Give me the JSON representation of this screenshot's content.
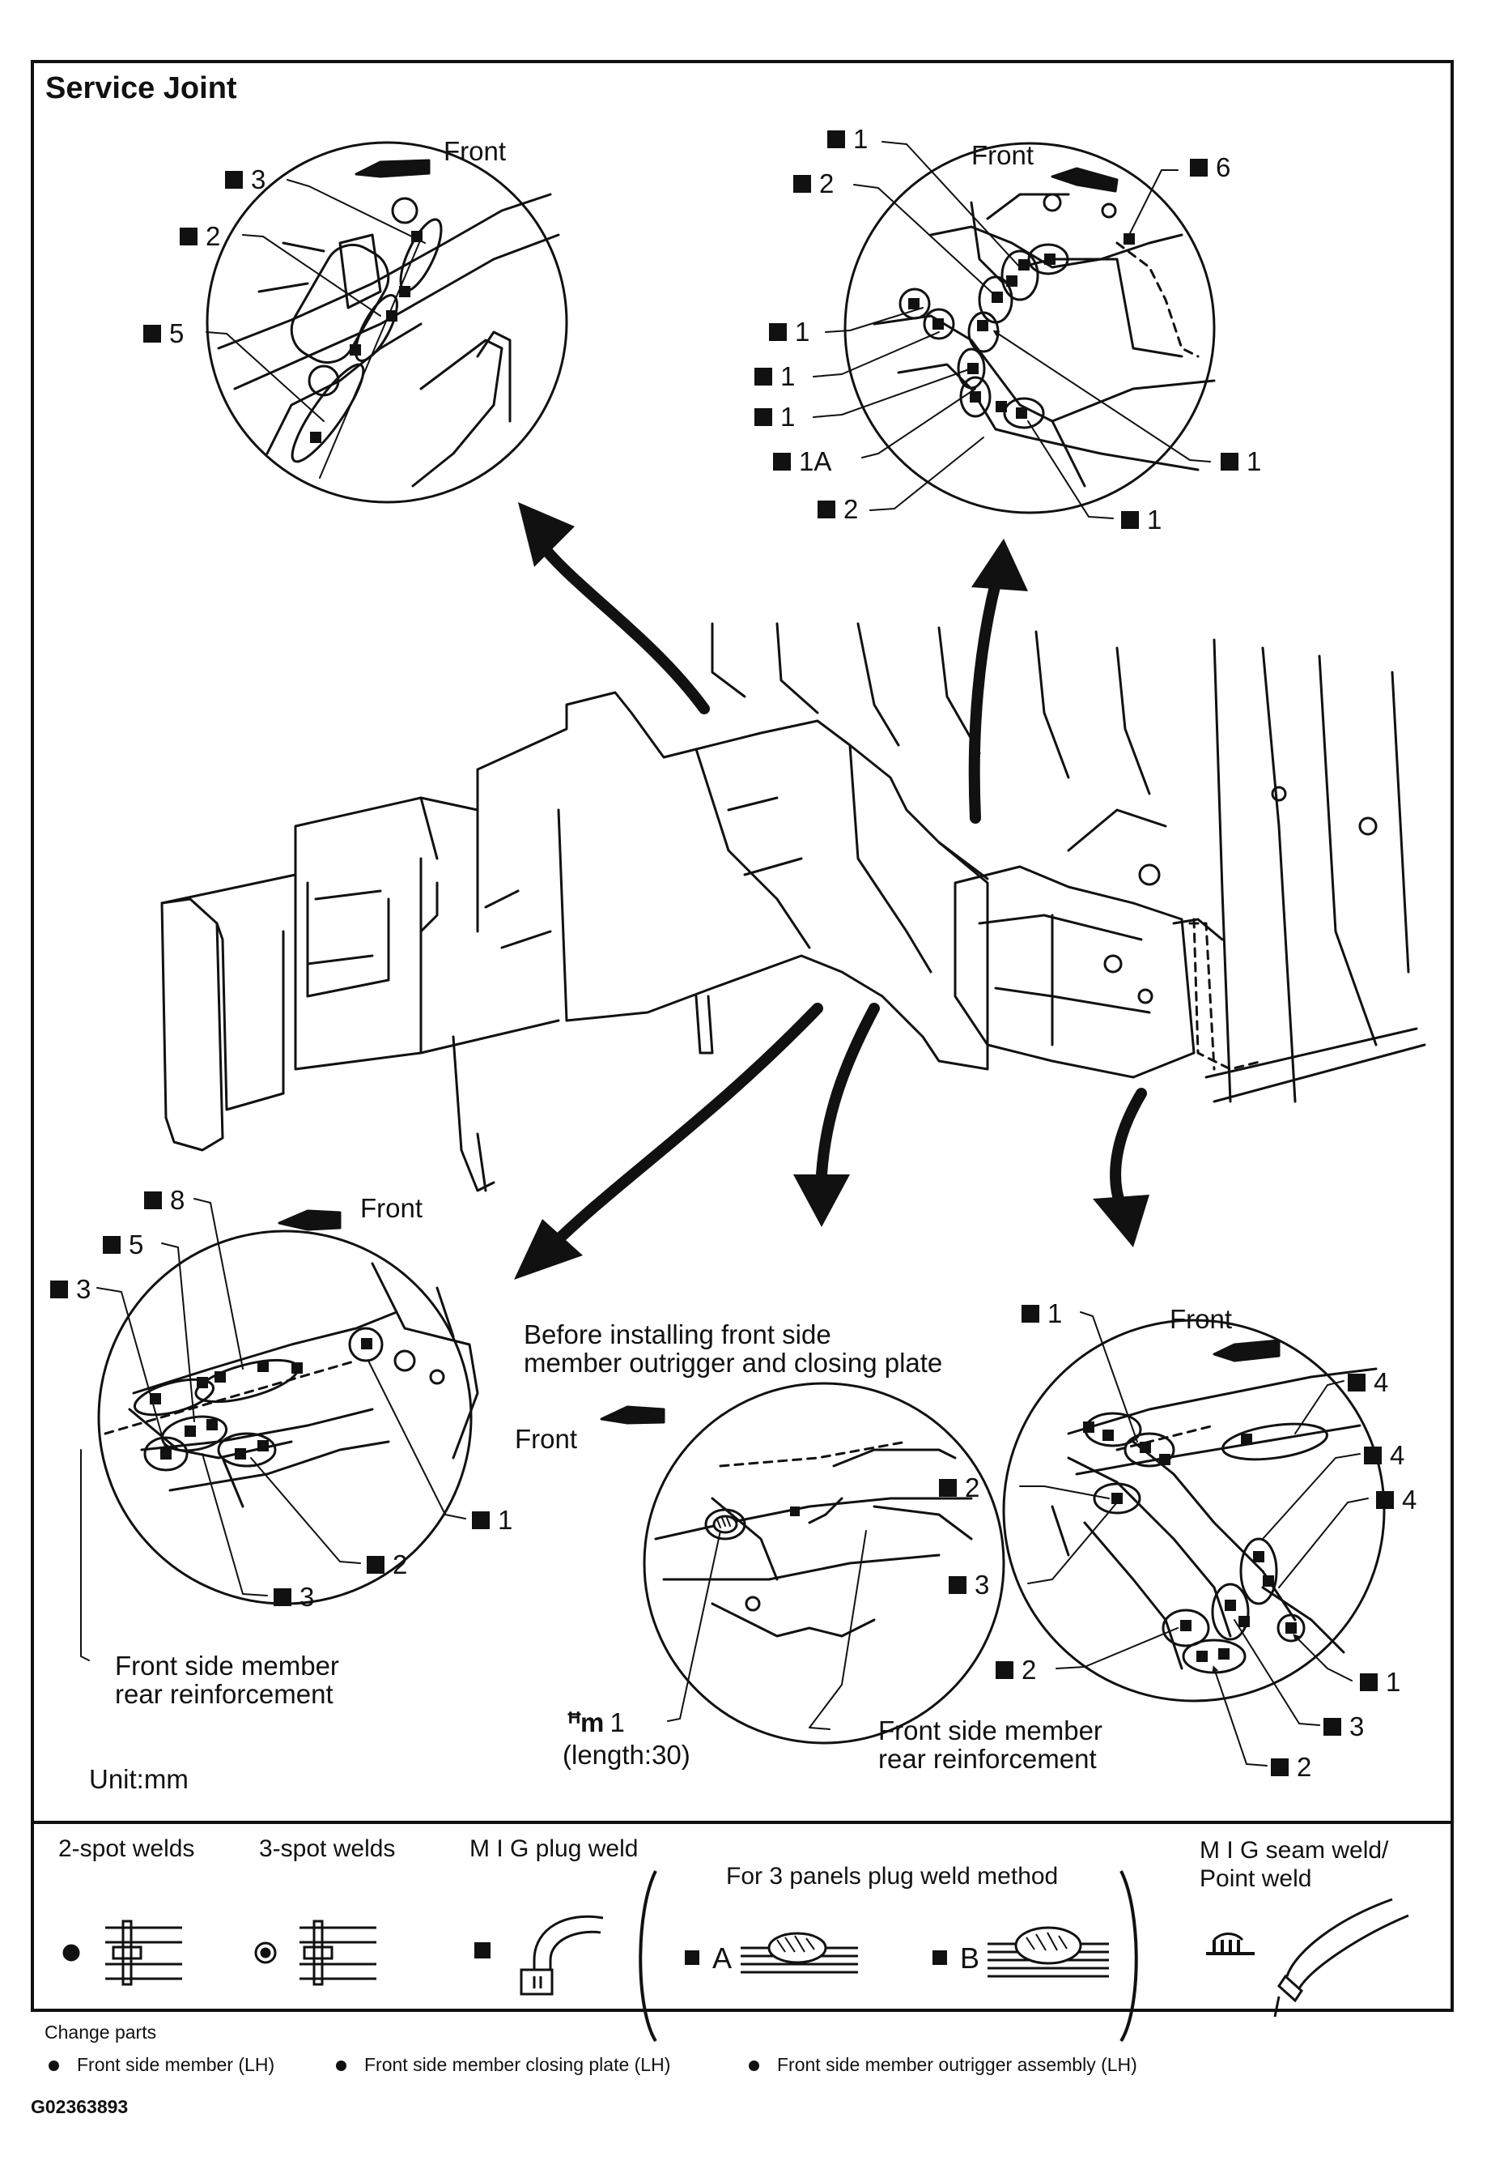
{
  "title": "Service Joint",
  "front_label": "Front",
  "unit": "Unit:mm",
  "views": {
    "top_left": {
      "labels": [
        "3",
        "2",
        "5"
      ]
    },
    "top_right": {
      "labels": [
        "1",
        "2",
        "6",
        "1",
        "1",
        "1",
        "1A",
        "1",
        "2",
        "1"
      ]
    },
    "bottom_left": {
      "labels": [
        "8",
        "5",
        "3",
        "1",
        "2",
        "3"
      ],
      "callout": "Front side member\nrear reinforcement"
    },
    "bottom_center": {
      "caption": "Before installing front side\nmember outrigger and closing plate",
      "mig_label": "1",
      "mig_note": "(length:30)",
      "callout": "Front side member\nrear reinforcement"
    },
    "bottom_right": {
      "labels": [
        "1",
        "4",
        "4",
        "4",
        "2",
        "3",
        "2",
        "1",
        "3",
        "2"
      ]
    }
  },
  "legend": {
    "two_spot": "2-spot welds",
    "three_spot": "3-spot welds",
    "mig_plug": "M I G plug weld",
    "three_panel": "For 3 panels plug weld method",
    "method_a": "A",
    "method_b": "B",
    "mig_seam": "M I G seam weld/\nPoint weld"
  },
  "change_parts": {
    "heading": "Change parts",
    "items": [
      "Front side member (LH)",
      "Front side member closing plate (LH)",
      "Front side member outrigger assembly (LH)"
    ]
  },
  "figure_code": "G02363893",
  "colors": {
    "ink": "#111111",
    "paper": "#ffffff"
  }
}
